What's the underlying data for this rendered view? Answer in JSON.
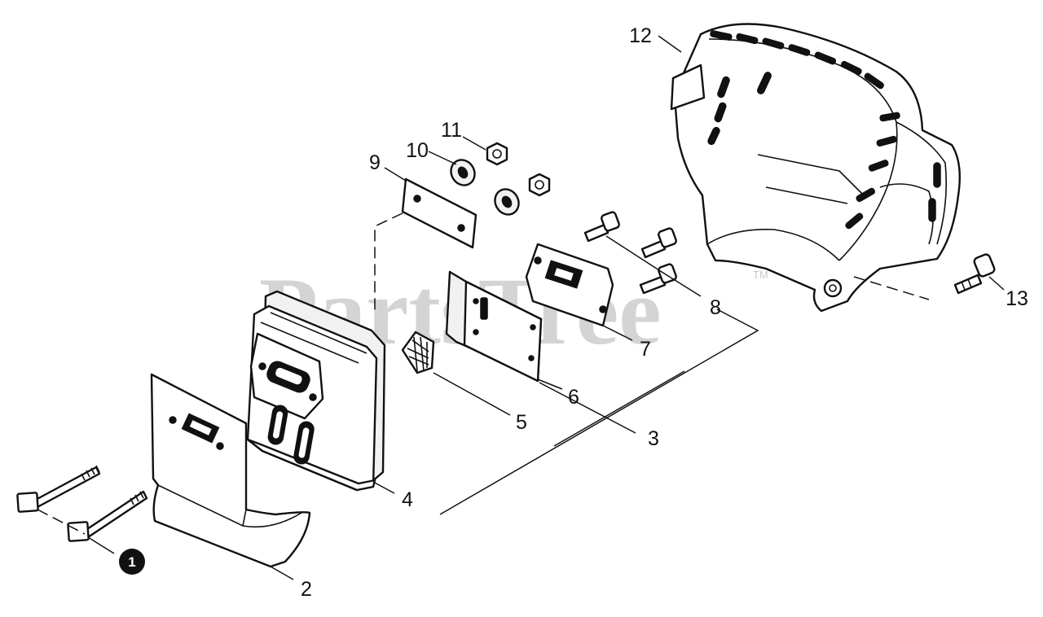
{
  "watermark": {
    "text": "PartsTree",
    "trademark": "TM"
  },
  "callouts": [
    {
      "id": "1",
      "style": "filled-circle"
    },
    {
      "id": "2"
    },
    {
      "id": "3"
    },
    {
      "id": "4"
    },
    {
      "id": "5"
    },
    {
      "id": "6"
    },
    {
      "id": "7"
    },
    {
      "id": "8"
    },
    {
      "id": "9"
    },
    {
      "id": "10"
    },
    {
      "id": "11"
    },
    {
      "id": "12"
    },
    {
      "id": "13"
    }
  ]
}
